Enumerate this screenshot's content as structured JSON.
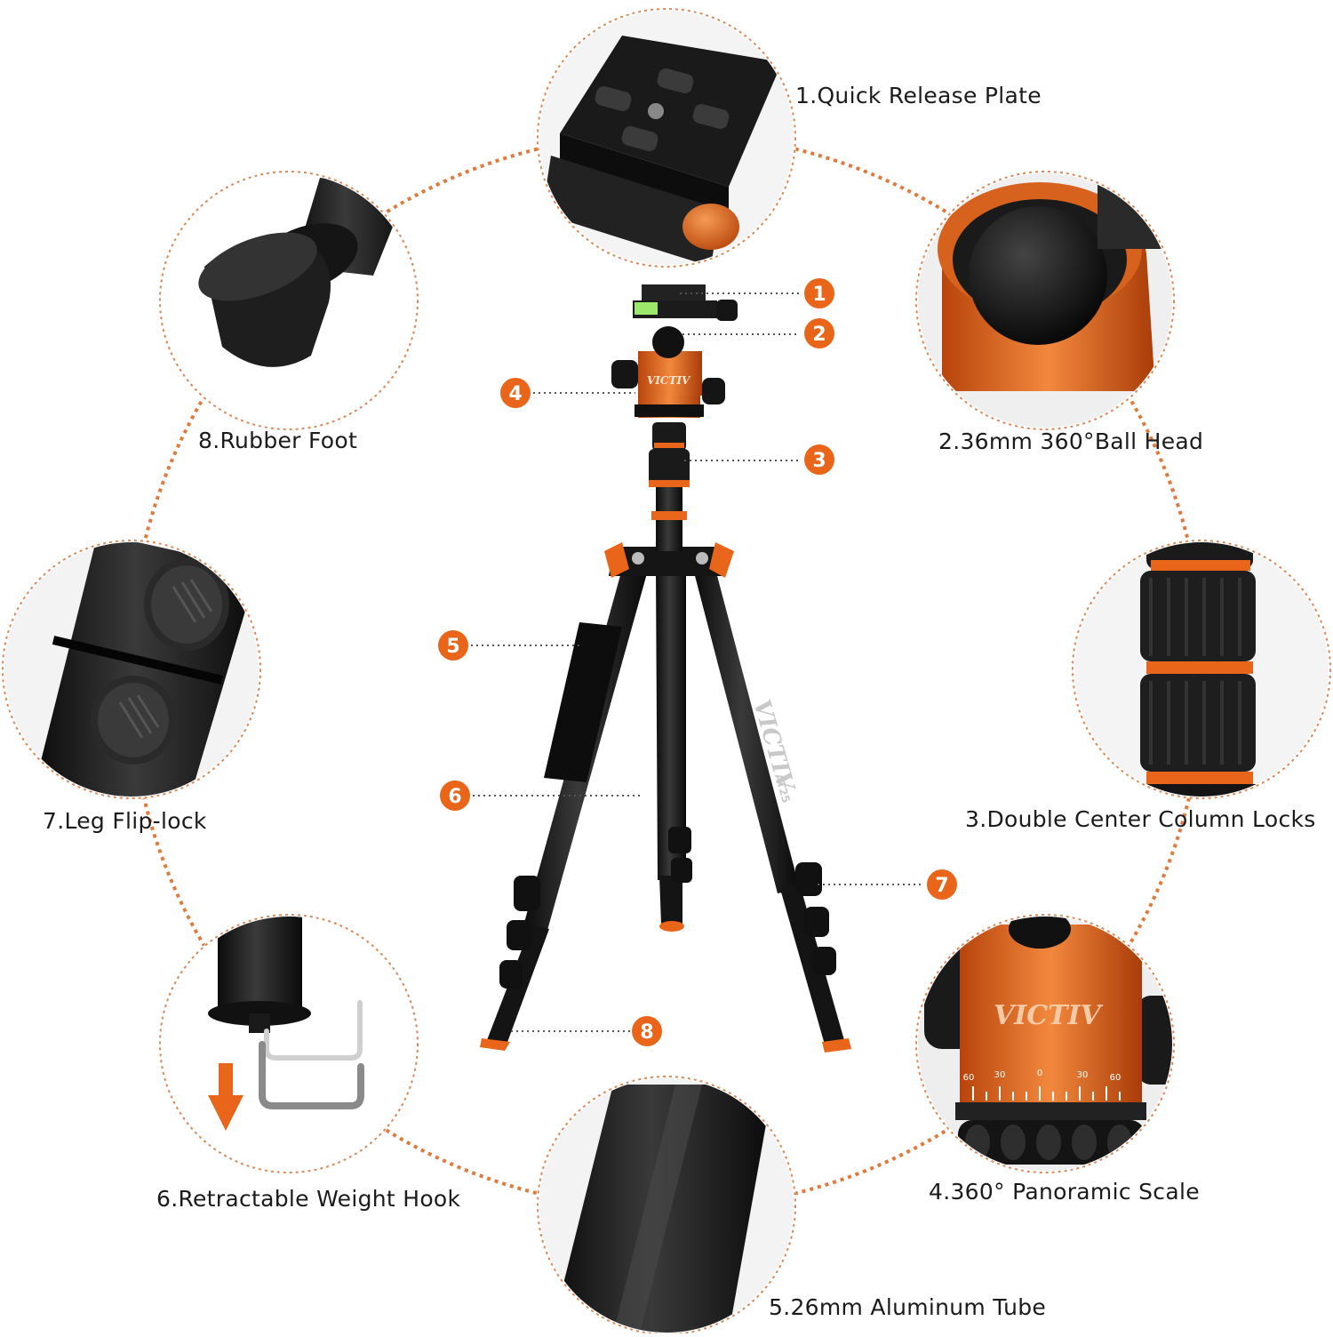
{
  "colors": {
    "accent": "#e8651a",
    "dotted_ring": "#e07a3c",
    "leader_line": "#555555",
    "text": "#1b1b1b"
  },
  "brand": "VICTIV",
  "model": "AT25",
  "features": [
    {
      "number": "1",
      "label": "1.Quick Release Plate"
    },
    {
      "number": "2",
      "label": "2.36mm 360°Ball Head"
    },
    {
      "number": "3",
      "label": "3.Double Center Column Locks"
    },
    {
      "number": "4",
      "label": "4.360° Panoramic Scale"
    },
    {
      "number": "5",
      "label": "5.26mm Aluminum Tube"
    },
    {
      "number": "6",
      "label": "6.Retractable Weight Hook"
    },
    {
      "number": "7",
      "label": "7.Leg Flip-lock"
    },
    {
      "number": "8",
      "label": "8.Rubber Foot"
    }
  ],
  "scale_ticks": [
    "60",
    "30",
    "0",
    "30",
    "60"
  ],
  "icons": {
    "arrow": "arrow-down-icon"
  }
}
